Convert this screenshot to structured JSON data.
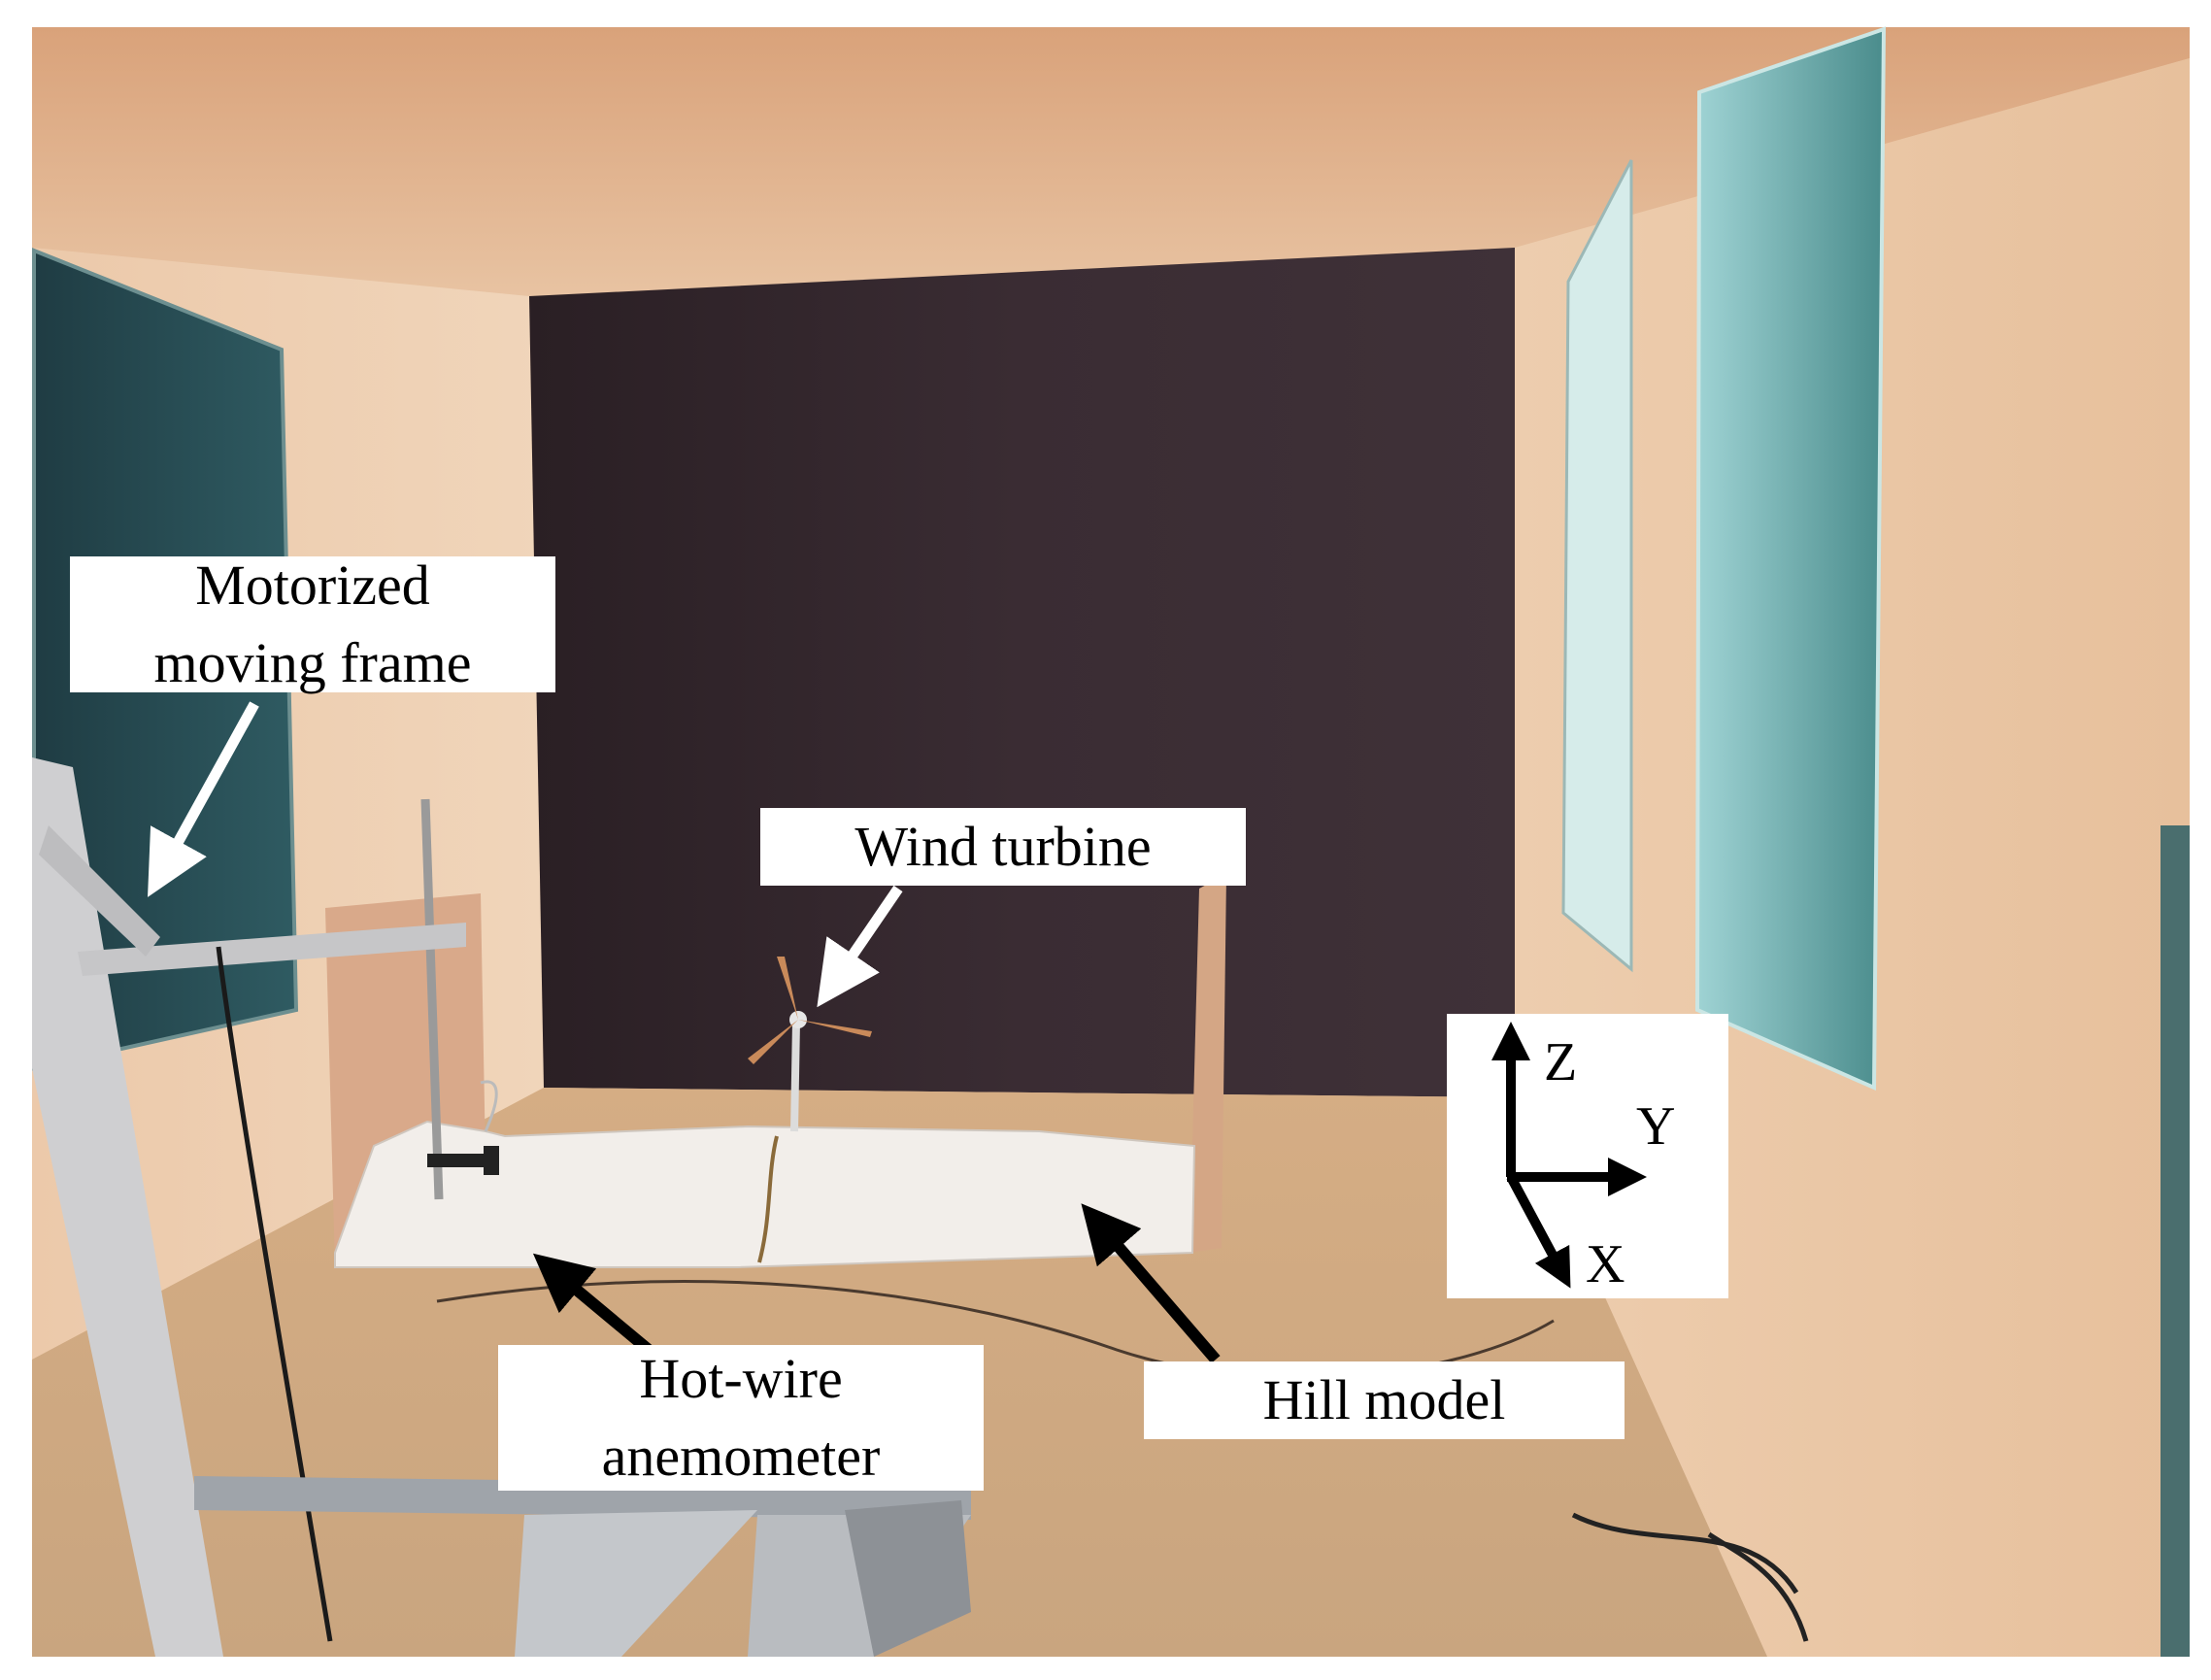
{
  "figure": {
    "labels": {
      "motorized_frame": [
        "Motorized",
        "moving frame"
      ],
      "wind_turbine": [
        "Wind turbine"
      ],
      "hot_wire": [
        "Hot-wire",
        "anemometer"
      ],
      "hill_model": [
        "Hill model"
      ]
    },
    "axes": {
      "z": "Z",
      "y": "Y",
      "x": "X"
    }
  }
}
